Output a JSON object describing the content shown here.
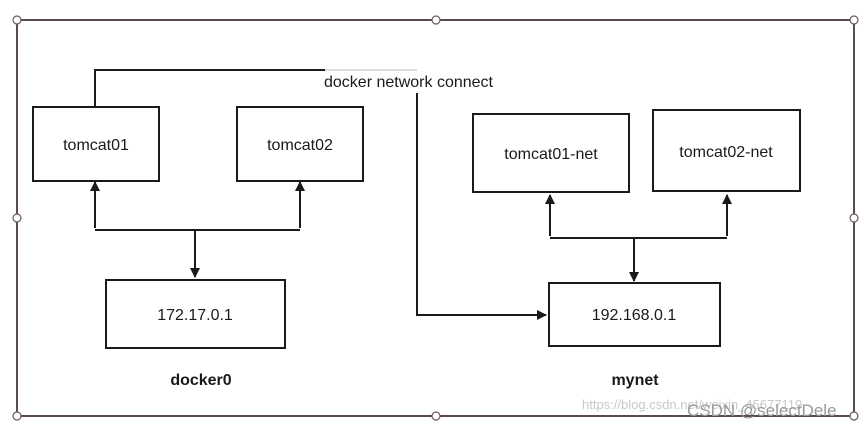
{
  "nodes": {
    "tomcat01": "tomcat01",
    "tomcat02": "tomcat02",
    "docker0_ip": "172.17.0.1",
    "tomcat01_net": "tomcat01-net",
    "tomcat02_net": "tomcat02-net",
    "mynet_ip": "192.168.0.1"
  },
  "groups": {
    "left": "docker0",
    "right": "mynet"
  },
  "edge_label": "docker network connect",
  "watermark": {
    "url": "https://blog.csdn.net/weixin_45677119",
    "brand": "CSDN @selectDele"
  },
  "colors": {
    "stroke": "#1a1a1a",
    "frame": "#5a4a4a",
    "watermark": "#9a9a9a"
  }
}
